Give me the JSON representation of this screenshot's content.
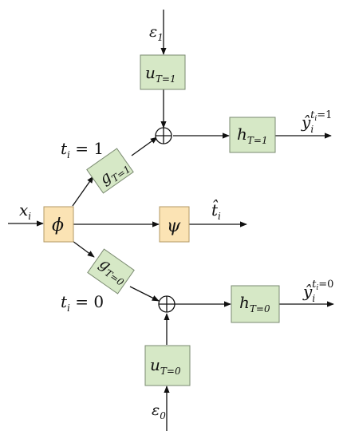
{
  "nodes": {
    "u_top": {
      "main": "u",
      "sub": "T=1"
    },
    "u_bottom": {
      "main": "u",
      "sub": "T=0"
    },
    "h_top": {
      "main": "h",
      "sub": "T=1"
    },
    "h_bottom": {
      "main": "h",
      "sub": "T=0"
    },
    "g_top": {
      "main": "g",
      "sub": "T=1"
    },
    "g_bottom": {
      "main": "g",
      "sub": "T=0"
    },
    "phi": {
      "main": "ϕ"
    },
    "psi": {
      "main": "ψ"
    }
  },
  "labels": {
    "eps_top": {
      "main": "ε",
      "sub": "1"
    },
    "eps_bottom": {
      "main": "ε",
      "sub": "0"
    },
    "x_input": {
      "main": "x",
      "sub": "i"
    },
    "t_hat": {
      "main": "t̂",
      "sub": "i"
    },
    "t_eq_1": {
      "main": "t",
      "sub": "i",
      "rest": " = 1"
    },
    "t_eq_0": {
      "main": "t",
      "sub": "i",
      "rest": " = 0"
    },
    "y_top": {
      "main": "ŷ",
      "sub": "i",
      "sup": "t",
      "supsub": "i",
      "suprest": "=1"
    },
    "y_bottom": {
      "main": "ŷ",
      "sub": "i",
      "sup": "t",
      "supsub": "i",
      "suprest": "=0"
    }
  },
  "colors": {
    "green_box": "#d6e8c6",
    "orange_box": "#fbe3b4",
    "line": "#111111"
  }
}
